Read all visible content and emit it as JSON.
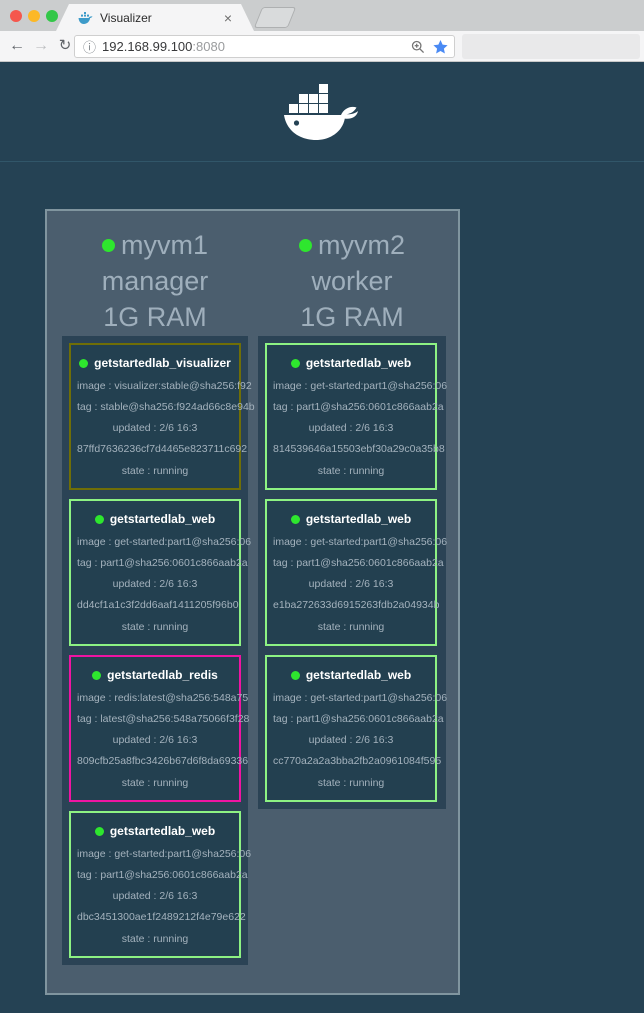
{
  "browser": {
    "tab": {
      "title": "Visualizer",
      "close_glyph": "×"
    },
    "toolbar": {
      "back_glyph": "←",
      "forward_glyph": "→",
      "reload_glyph": "↻",
      "info_glyph": "ⓘ",
      "url_host": "192.168.99.100",
      "url_port": ":8080"
    }
  },
  "colors": {
    "traffic_red": "#f5574d",
    "traffic_yellow": "#fcb826",
    "traffic_green": "#33c748",
    "star_blue": "#4a8af4",
    "status_green": "#2ee62e",
    "navy_bg": "#254254",
    "panel_bg": "#4b5e6e",
    "tasks_bg": "#2b4355",
    "card_bg": "#234050",
    "border_visualizer": "#6f6e07",
    "border_web": "#8df283",
    "border_redis": "#f014a2"
  },
  "nodes": [
    {
      "name": "myvm1",
      "role": "manager",
      "ram": "1G RAM",
      "tasks": [
        {
          "name": "getstartedlab_visualizer",
          "border_color": "#6f6e07",
          "image": "image : visualizer:stable@sha256:f92",
          "tag": "tag : stable@sha256:f924ad66c8e94b",
          "updated": "updated : 2/6 16:3",
          "id": "87ffd7636236cf7d4465e823711c692",
          "state": "state : running"
        },
        {
          "name": "getstartedlab_web",
          "border_color": "#8df283",
          "image": "image : get-started:part1@sha256:06",
          "tag": "tag : part1@sha256:0601c866aab2a",
          "updated": "updated : 2/6 16:3",
          "id": "dd4cf1a1c3f2dd6aaf1411205f96b0",
          "state": "state : running"
        },
        {
          "name": "getstartedlab_redis",
          "border_color": "#f014a2",
          "image": "image : redis:latest@sha256:548a75",
          "tag": "tag : latest@sha256:548a75066f3f28",
          "updated": "updated : 2/6 16:3",
          "id": "809cfb25a8fbc3426b67d6f8da69336",
          "state": "state : running"
        },
        {
          "name": "getstartedlab_web",
          "border_color": "#8df283",
          "image": "image : get-started:part1@sha256:06",
          "tag": "tag : part1@sha256:0601c866aab2a",
          "updated": "updated : 2/6 16:3",
          "id": "dbc3451300ae1f2489212f4e79e622",
          "state": "state : running"
        }
      ]
    },
    {
      "name": "myvm2",
      "role": "worker",
      "ram": "1G RAM",
      "tasks": [
        {
          "name": "getstartedlab_web",
          "border_color": "#8df283",
          "image": "image : get-started:part1@sha256:06",
          "tag": "tag : part1@sha256:0601c866aab2a",
          "updated": "updated : 2/6 16:3",
          "id": "814539646a15503ebf30a29c0a35b8",
          "state": "state : running"
        },
        {
          "name": "getstartedlab_web",
          "border_color": "#8df283",
          "image": "image : get-started:part1@sha256:06",
          "tag": "tag : part1@sha256:0601c866aab2a",
          "updated": "updated : 2/6 16:3",
          "id": "e1ba272633d6915263fdb2a04934b",
          "state": "state : running"
        },
        {
          "name": "getstartedlab_web",
          "border_color": "#8df283",
          "image": "image : get-started:part1@sha256:06",
          "tag": "tag : part1@sha256:0601c866aab2a",
          "updated": "updated : 2/6 16:3",
          "id": "cc770a2a2a3bba2fb2a0961084f595",
          "state": "state : running"
        }
      ]
    }
  ]
}
